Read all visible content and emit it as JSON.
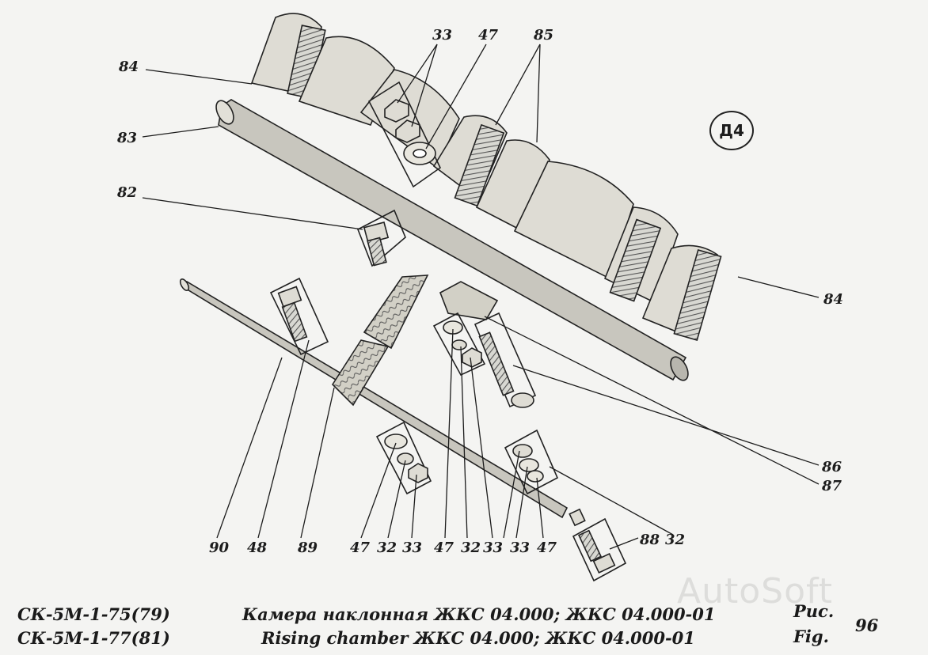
{
  "sheet_badge": "Д4",
  "callouts": {
    "c84a": "84",
    "c83": "83",
    "c82": "82",
    "c33top": "33",
    "c47top": "47",
    "c85": "85",
    "c84b": "84",
    "c86": "86",
    "c87": "87",
    "c90": "90",
    "c48": "48",
    "c89": "89",
    "c47a": "47",
    "c32a": "32",
    "c33a": "33",
    "c47b": "47",
    "c32b": "32",
    "c33b": "33",
    "c33c": "33",
    "c47c": "47",
    "c88": "88",
    "c32c": "32"
  },
  "footer": {
    "model_line1": "СК-5М-1-75(79)",
    "model_line2": "СК-5М-1-77(81)",
    "title_ru": "Камера наклонная ЖКС 04.000; ЖКС 04.000-01",
    "title_en": "Rising chamber ЖКС 04.000; ЖКС 04.000-01",
    "fig_ru": "Рис.",
    "fig_en": "Fig.",
    "fig_number": "96"
  },
  "watermark": "AutoSoft",
  "colors": {
    "ink": "#1c1c1c",
    "paper": "#f4f4f2",
    "part_fill": "#dcdcd6"
  }
}
